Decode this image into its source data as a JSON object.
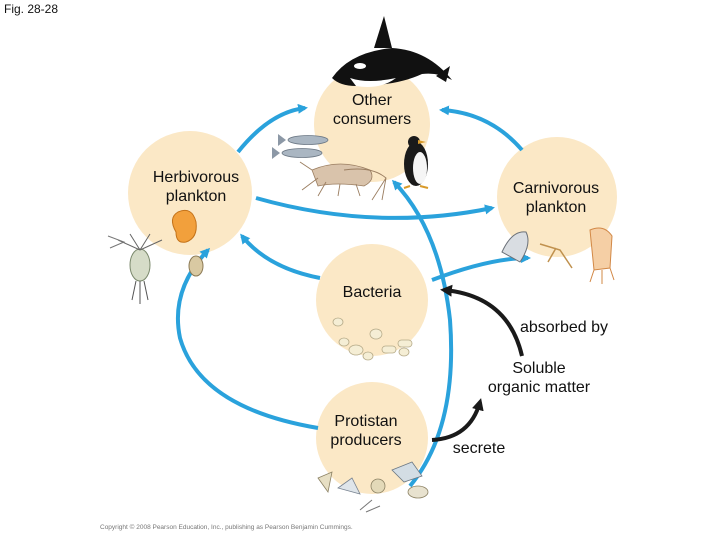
{
  "figure": {
    "label": "Fig. 28-28"
  },
  "nodes": {
    "other_consumers": {
      "line1": "Other",
      "line2": "consumers"
    },
    "herbivorous_plankton": {
      "line1": "Herbivorous",
      "line2": "plankton"
    },
    "carnivorous_plankton": {
      "line1": "Carnivorous",
      "line2": "plankton"
    },
    "bacteria": {
      "line1": "Bacteria"
    },
    "protistan_producers": {
      "line1": "Protistan",
      "line2": "producers"
    },
    "soluble_organic_matter": {
      "line1": "Soluble",
      "line2": "organic matter"
    }
  },
  "arrow_labels": {
    "absorbed_by": "absorbed by",
    "secrete": "secrete"
  },
  "footer": {
    "copyright": "Copyright © 2008 Pearson Education, Inc., publishing as Pearson Benjamin Cummings."
  },
  "colors": {
    "circle_fill": "#fbe8c6",
    "flow_arrow": "#2aa2dc",
    "dom_arrow": "#1a1a1a"
  }
}
